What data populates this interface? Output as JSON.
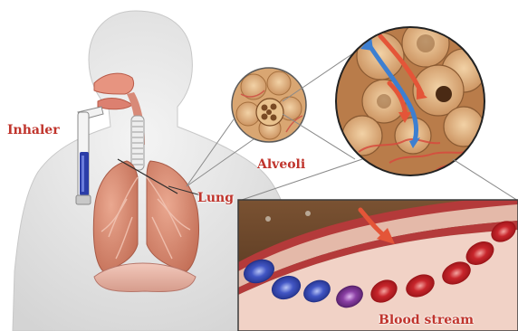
{
  "labels": {
    "inhaler": "Inhaler",
    "lung": "Lung",
    "alveoli": "Alveoli",
    "blood_stream": "Blood stream"
  },
  "colors": {
    "label_red": "#c0342c",
    "body_silhouette": "#e4e4e4",
    "lung_tissue": "#d88a72",
    "alveoli_tan": "#e6b98a",
    "blood_vessel_wall": "#b43a3a",
    "red_blood_cell": "#d2393a",
    "blue_cell": "#4b5fc1",
    "purple_cell": "#8a3fa4",
    "airflow_blue": "#3d7fd1",
    "airflow_red": "#e45538",
    "inhaler_blue": "#2b3da8"
  }
}
